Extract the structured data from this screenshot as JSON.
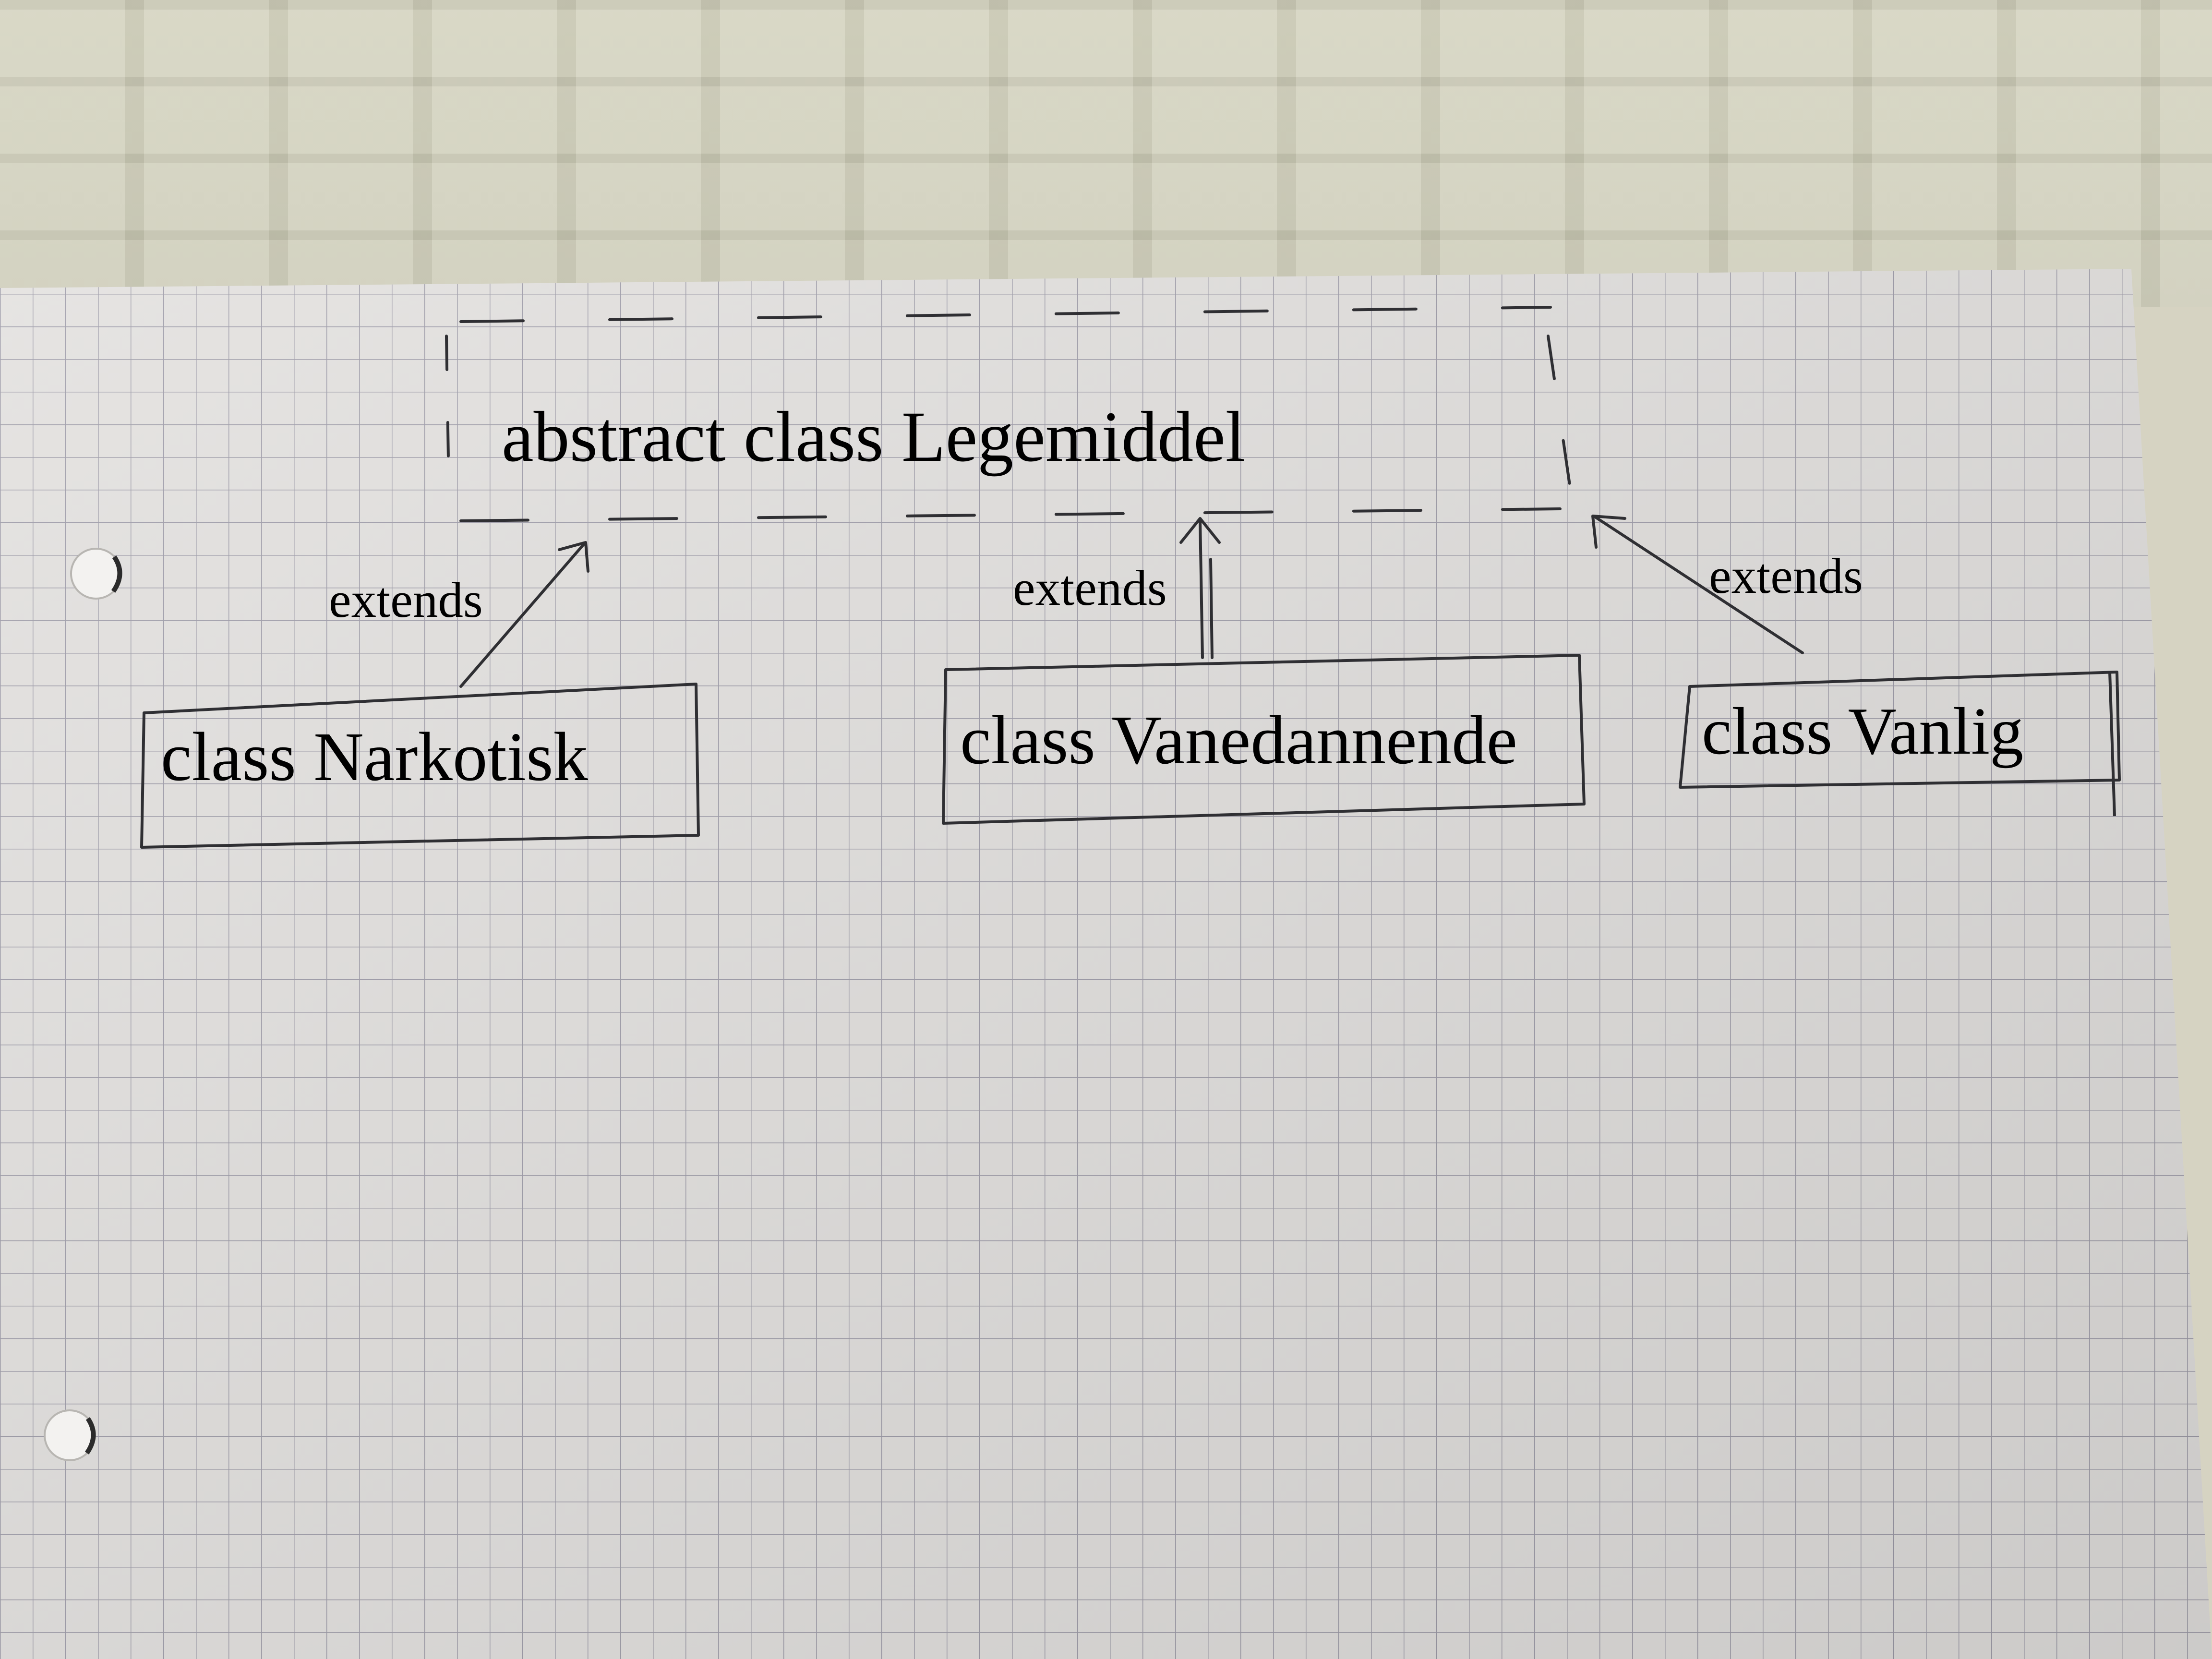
{
  "diagram": {
    "superclass": {
      "label": "abstract class Legemiddel",
      "style": "dashed-box"
    },
    "subclasses": [
      {
        "id": "narkotisk",
        "label": "class Narkotisk",
        "relation": "extends"
      },
      {
        "id": "vanedannende",
        "label": "class Vanedannende",
        "relation": "extends"
      },
      {
        "id": "vanlig",
        "label": "class Vanlig",
        "relation": "extends"
      }
    ]
  },
  "colors": {
    "ink": "#2f2f33",
    "paper": "#e4e2e0",
    "grid": "#9c9aa6",
    "tablecloth": "#cfcdb8"
  },
  "icons": [
    "punch-hole-icon"
  ]
}
